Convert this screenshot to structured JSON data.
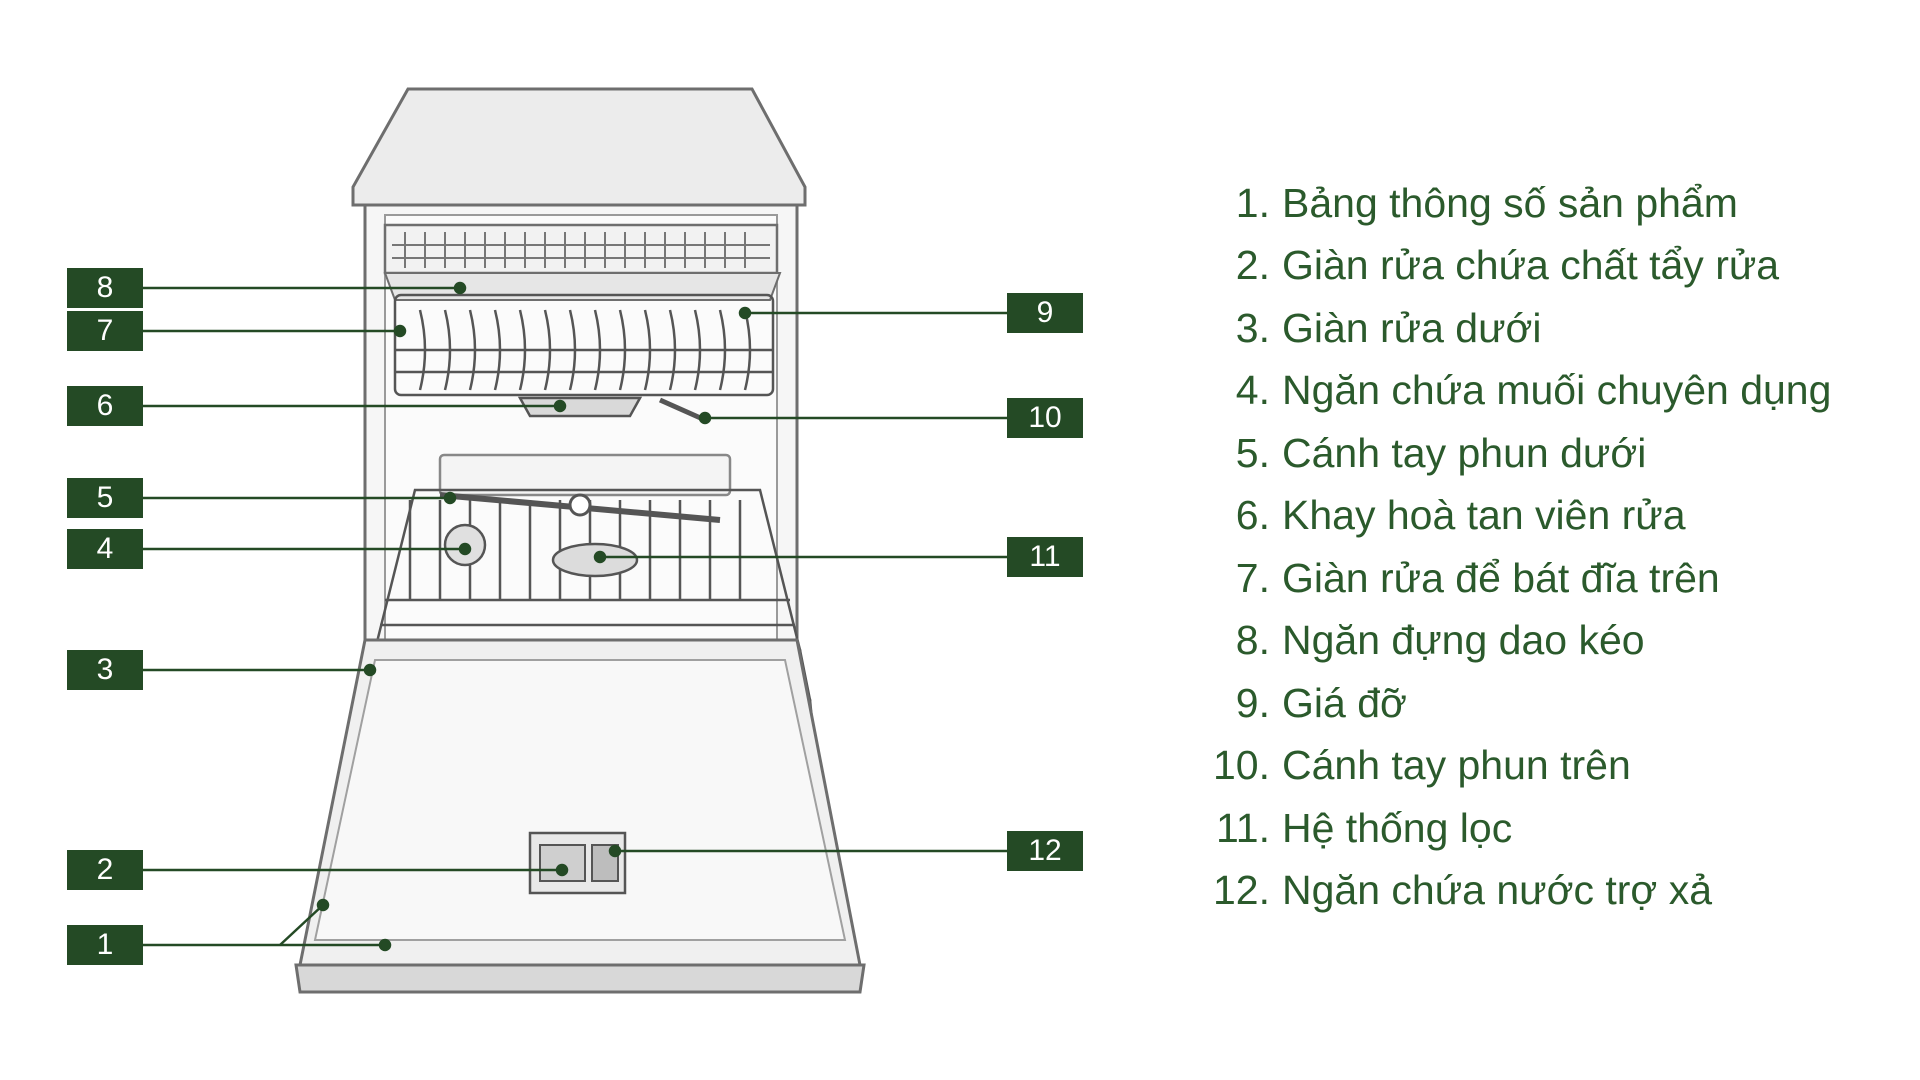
{
  "colors": {
    "accent": "#244a25",
    "legend_text": "#2b5a2c",
    "line_art": "#6e6e6e"
  },
  "callouts": [
    "1",
    "2",
    "3",
    "4",
    "5",
    "6",
    "7",
    "8",
    "9",
    "10",
    "11",
    "12"
  ],
  "legend": {
    "items": [
      {
        "num": "1.",
        "text": "Bảng thông số sản phẩm"
      },
      {
        "num": "2.",
        "text": "Giàn rửa chứa chất tẩy rửa"
      },
      {
        "num": "3.",
        "text": "Giàn rửa dưới"
      },
      {
        "num": "4.",
        "text": "Ngăn chứa muối chuyên dụng"
      },
      {
        "num": "5.",
        "text": "Cánh tay phun dưới"
      },
      {
        "num": "6.",
        "text": "Khay hoà tan viên rửa"
      },
      {
        "num": "7.",
        "text": "Giàn rửa để bát đĩa trên"
      },
      {
        "num": "8.",
        "text": "Ngăn đựng dao kéo"
      },
      {
        "num": "9.",
        "text": "Giá đỡ"
      },
      {
        "num": "10.",
        "text": "Cánh tay phun trên"
      },
      {
        "num": "11.",
        "text": "Hệ thống lọc"
      },
      {
        "num": "12.",
        "text": "Ngăn chứa nước trợ xả"
      }
    ]
  }
}
